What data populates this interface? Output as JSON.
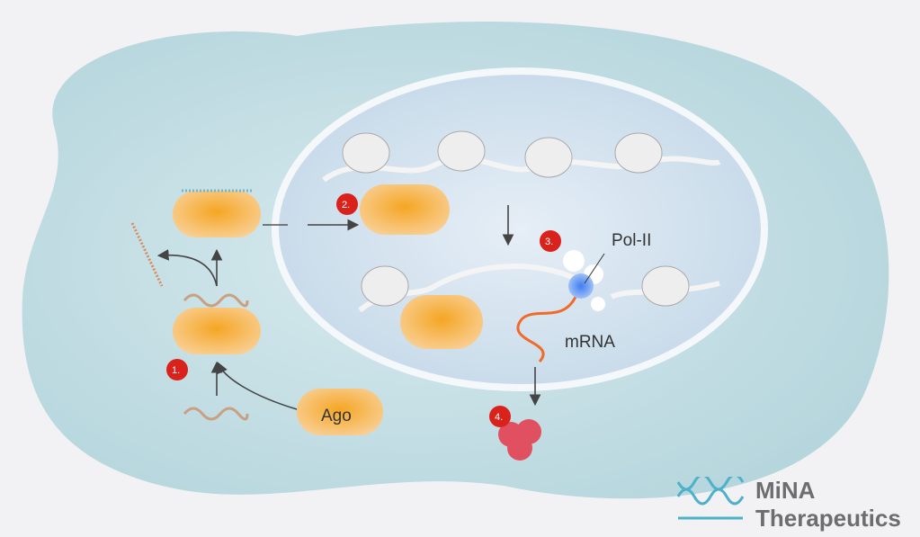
{
  "labels": {
    "pol": "Pol-II",
    "mrna": "mRNA",
    "ago": "Ago"
  },
  "steps": [
    "1.",
    "2.",
    "3.",
    "4."
  ],
  "logo": {
    "name": "MiNA",
    "sub": "Therapeutics"
  },
  "colors": {
    "cell": "#c6e0e4",
    "nucleus": "#dbe9f2",
    "ago": "#f4a93a",
    "badge": "#d9221c",
    "logo_blue": "#4fb0c9"
  }
}
